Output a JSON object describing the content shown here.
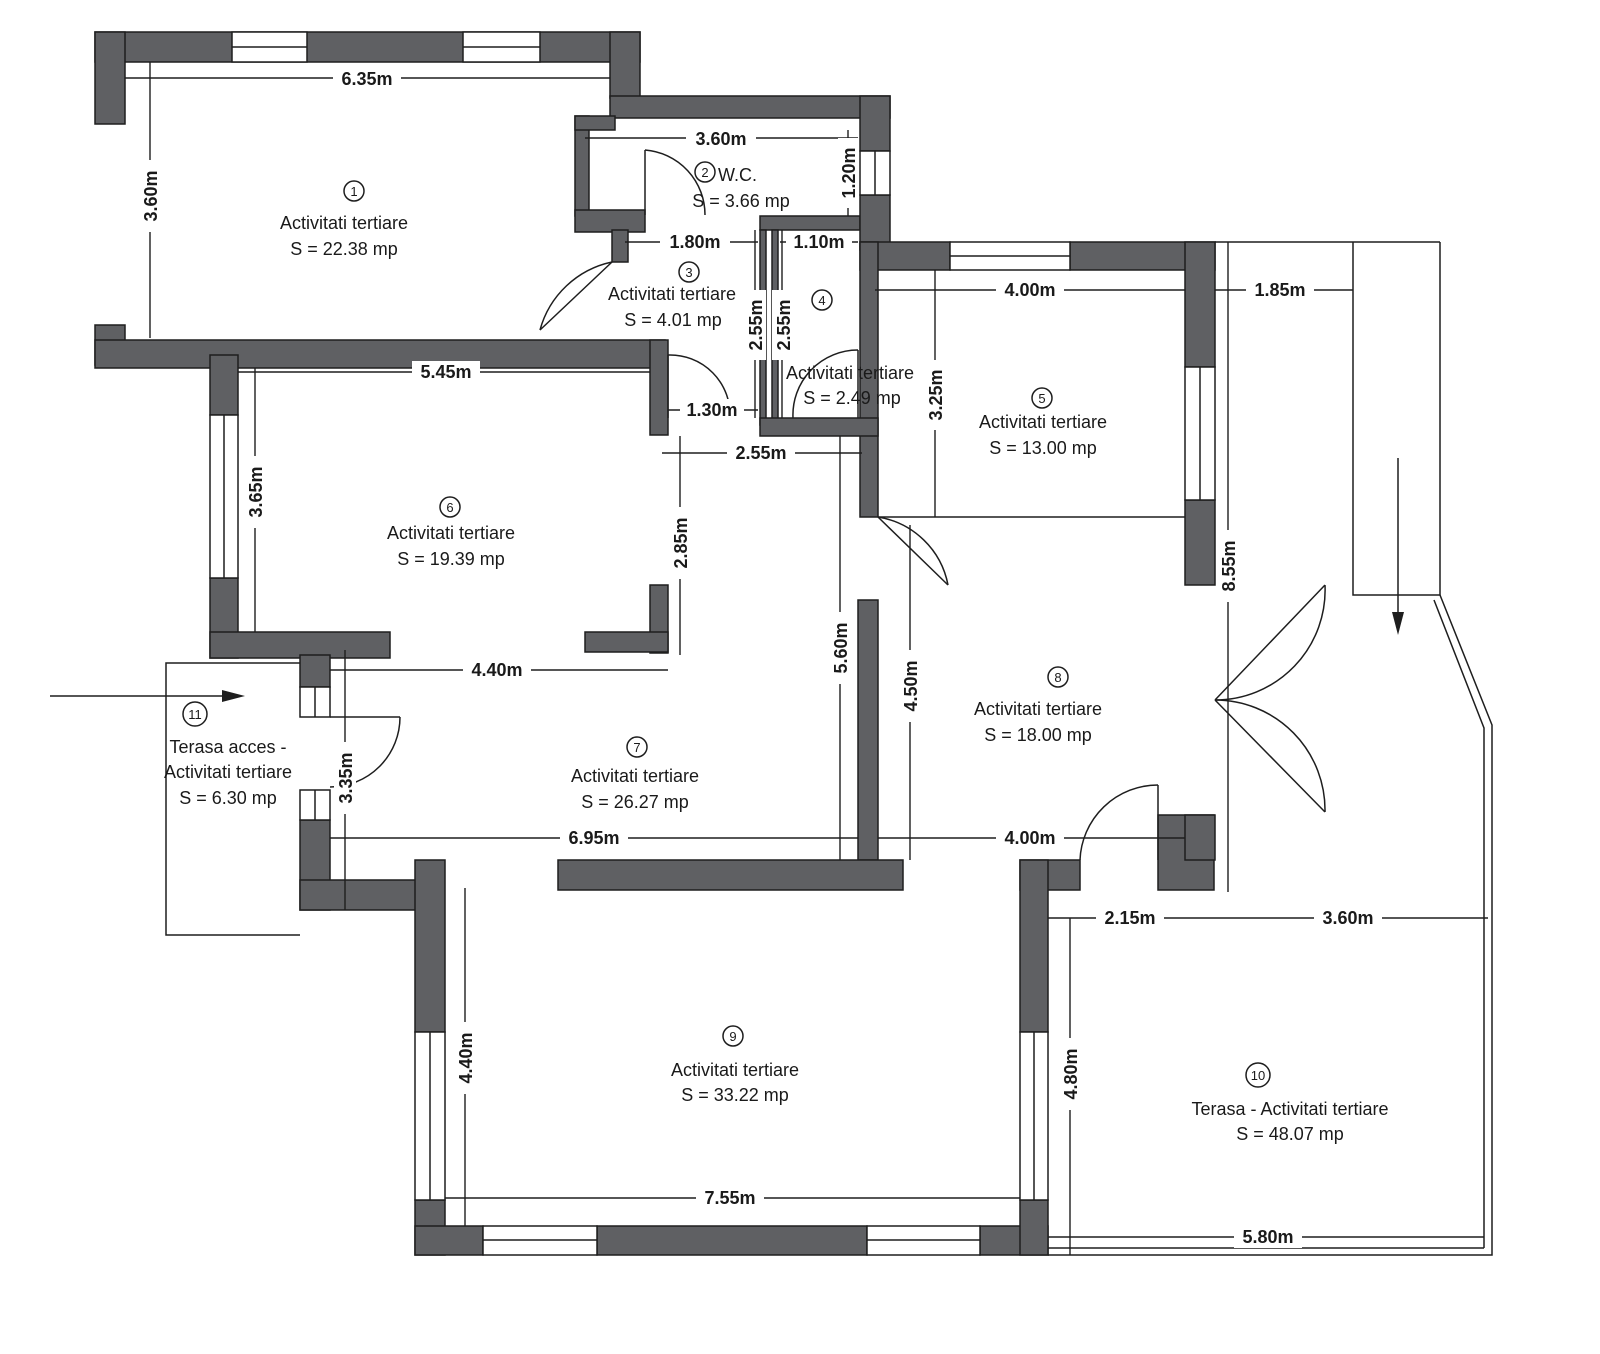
{
  "rooms": [
    {
      "number": "1",
      "name": "Activitati tertiare",
      "area": "S = 22.38 mp"
    },
    {
      "number": "2",
      "name": "W.C.",
      "area": "S = 3.66 mp"
    },
    {
      "number": "3",
      "name": "Activitati tertiare",
      "area": "S = 4.01 mp"
    },
    {
      "number": "4",
      "name": "Activitati tertiare",
      "area": "S = 2.49 mp"
    },
    {
      "number": "5",
      "name": "Activitati tertiare",
      "area": "S = 13.00 mp"
    },
    {
      "number": "6",
      "name": "Activitati tertiare",
      "area": "S = 19.39 mp"
    },
    {
      "number": "7",
      "name": "Activitati tertiare",
      "area": "S = 26.27 mp"
    },
    {
      "number": "8",
      "name": "Activitati tertiare",
      "area": "S = 18.00 mp"
    },
    {
      "number": "9",
      "name": "Activitati tertiare",
      "area": "S = 33.22 mp"
    },
    {
      "number": "10",
      "name": "Terasa - Activitati tertiare",
      "area": "S = 48.07 mp"
    },
    {
      "number": "11",
      "name_line1": "Terasa acces -",
      "name_line2": "Activitati tertiare",
      "area": "S = 6.30 mp"
    }
  ],
  "dimensions": [
    "6.35m",
    "3.60m",
    "3.60m",
    "1.20m",
    "1.80m",
    "1.10m",
    "2.55m",
    "2.55m",
    "4.00m",
    "1.85m",
    "5.45m",
    "1.30m",
    "2.55m",
    "3.25m",
    "3.65m",
    "2.85m",
    "4.40m",
    "5.60m",
    "4.50m",
    "8.55m",
    "3.35m",
    "6.95m",
    "4.00m",
    "2.15m",
    "3.60m",
    "4.40m",
    "4.80m",
    "7.55m",
    "5.80m"
  ]
}
